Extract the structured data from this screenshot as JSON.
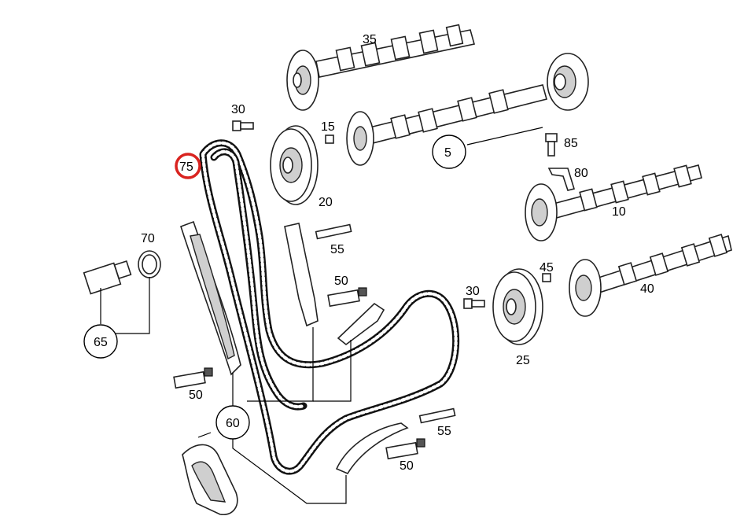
{
  "labels": {
    "p35": "35",
    "p5": "5",
    "p85": "85",
    "p80": "80",
    "p10": "10",
    "p30a": "30",
    "p15": "15",
    "p20": "20",
    "p75": "75",
    "p70": "70",
    "p55a": "55",
    "p50a": "50",
    "p45": "45",
    "p30b": "30",
    "p40": "40",
    "p25": "25",
    "p65": "65",
    "p50b": "50",
    "p60": "60",
    "p55b": "55",
    "p50c": "50"
  },
  "highlight": {
    "part": "75",
    "color": "#d9231f"
  }
}
